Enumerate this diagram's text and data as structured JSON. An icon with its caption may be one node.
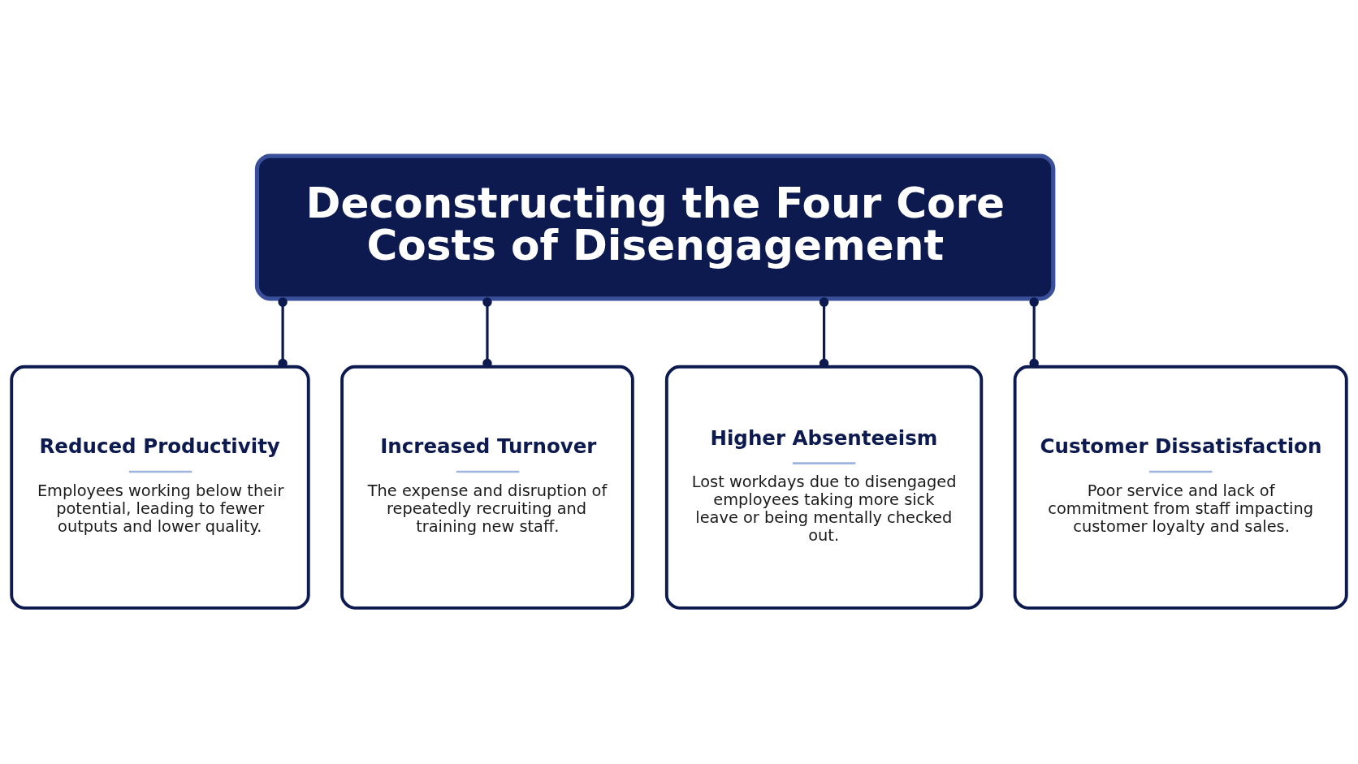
{
  "diagram": {
    "nodes": [
      {
        "text": [
          "Deconstructing the Four Core Costs of Disengagement"
        ]
      },
      {
        "text": [
          "Reduced Productivity",
          "Employees working below their potential, leading to fewer outputs and lower quality."
        ]
      },
      {
        "text": [
          "Increased Turnover",
          "The expense and disruption of repeatedly recruiting and training new staff."
        ]
      },
      {
        "text": [
          "Higher Absenteeism",
          "Lost workdays due to disengaged employees taking more sick leave or being mentally checked out."
        ]
      },
      {
        "text": [
          "Customer Dissatisfaction",
          "Poor service and lack of commitment from staff impacting customer loyalty and sales."
        ]
      }
    ],
    "edges": [
      {
        "from": 0,
        "to": 1,
        "arrow": "other"
      },
      {
        "from": 0,
        "to": 2,
        "arrow": "other"
      },
      {
        "from": 0,
        "to": 3,
        "arrow": "other"
      },
      {
        "from": 0,
        "to": 4,
        "arrow": "other"
      }
    ]
  }
}
